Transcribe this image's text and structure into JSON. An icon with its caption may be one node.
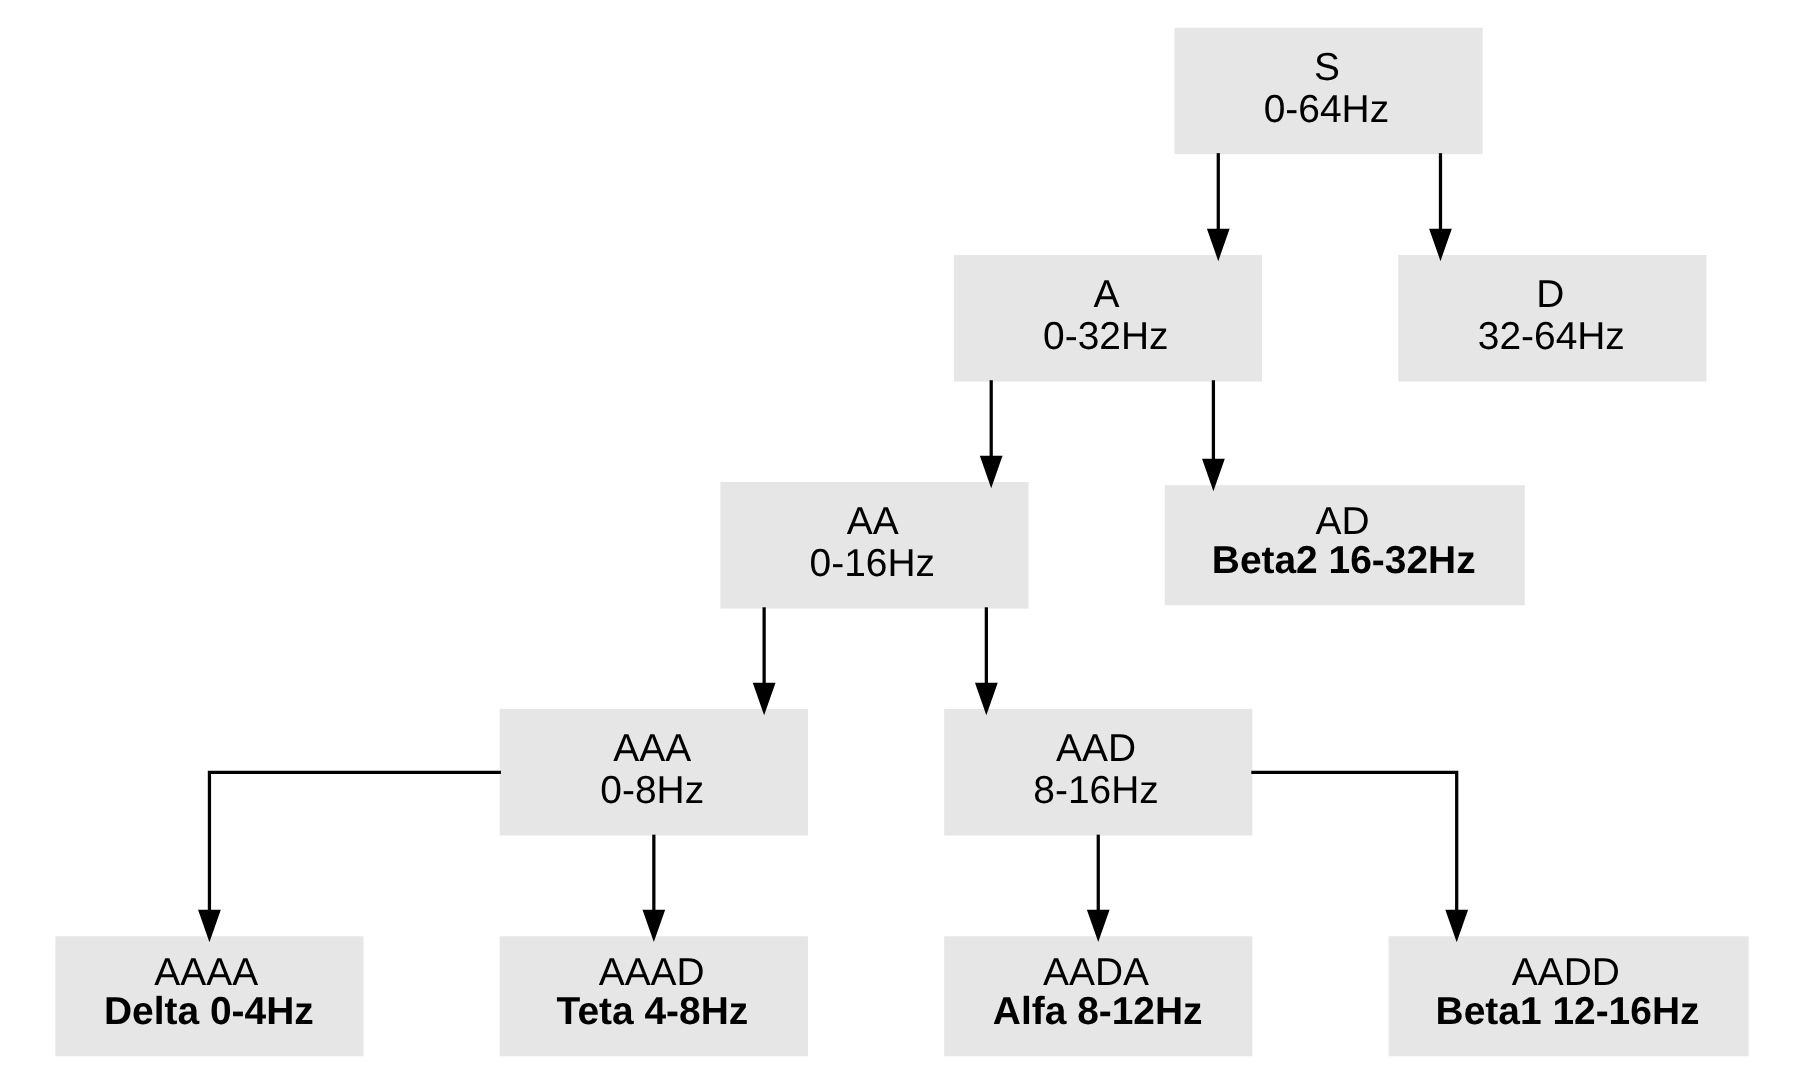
{
  "diagram": {
    "nodes": [
      {
        "text": [
          "S",
          "0-64Hz"
        ]
      },
      {
        "text": [
          "A",
          "0-32Hz"
        ]
      },
      {
        "text": [
          "D",
          "32-64Hz"
        ]
      },
      {
        "text": [
          "AA",
          "0-16Hz"
        ]
      },
      {
        "text": [
          "AD",
          "Beta2 16-32Hz"
        ]
      },
      {
        "text": [
          "AAA",
          "0-8Hz"
        ]
      },
      {
        "text": [
          "AAD",
          "8-16Hz"
        ]
      },
      {
        "text": [
          "AAAA",
          "Delta 0-4Hz"
        ]
      },
      {
        "text": [
          "AAAD",
          "Teta 4-8Hz"
        ]
      },
      {
        "text": [
          "AADA",
          "Alfa 8-12Hz"
        ]
      },
      {
        "text": [
          "AADD",
          "Beta1 12-16Hz"
        ]
      }
    ],
    "edges": [
      {
        "from": 0,
        "to": 1,
        "arrow": "to"
      },
      {
        "from": 0,
        "to": 2,
        "arrow": "to"
      },
      {
        "from": 1,
        "to": 3,
        "arrow": "to"
      },
      {
        "from": 1,
        "to": 4,
        "arrow": "to"
      },
      {
        "from": 3,
        "to": 5,
        "arrow": "to"
      },
      {
        "from": 3,
        "to": 6,
        "arrow": "to"
      },
      {
        "from": 5,
        "to": 7,
        "arrow": "to"
      },
      {
        "from": 5,
        "to": 8,
        "arrow": "to"
      },
      {
        "from": 6,
        "to": 9,
        "arrow": "to"
      },
      {
        "from": 6,
        "to": 10,
        "arrow": "to"
      }
    ]
  }
}
